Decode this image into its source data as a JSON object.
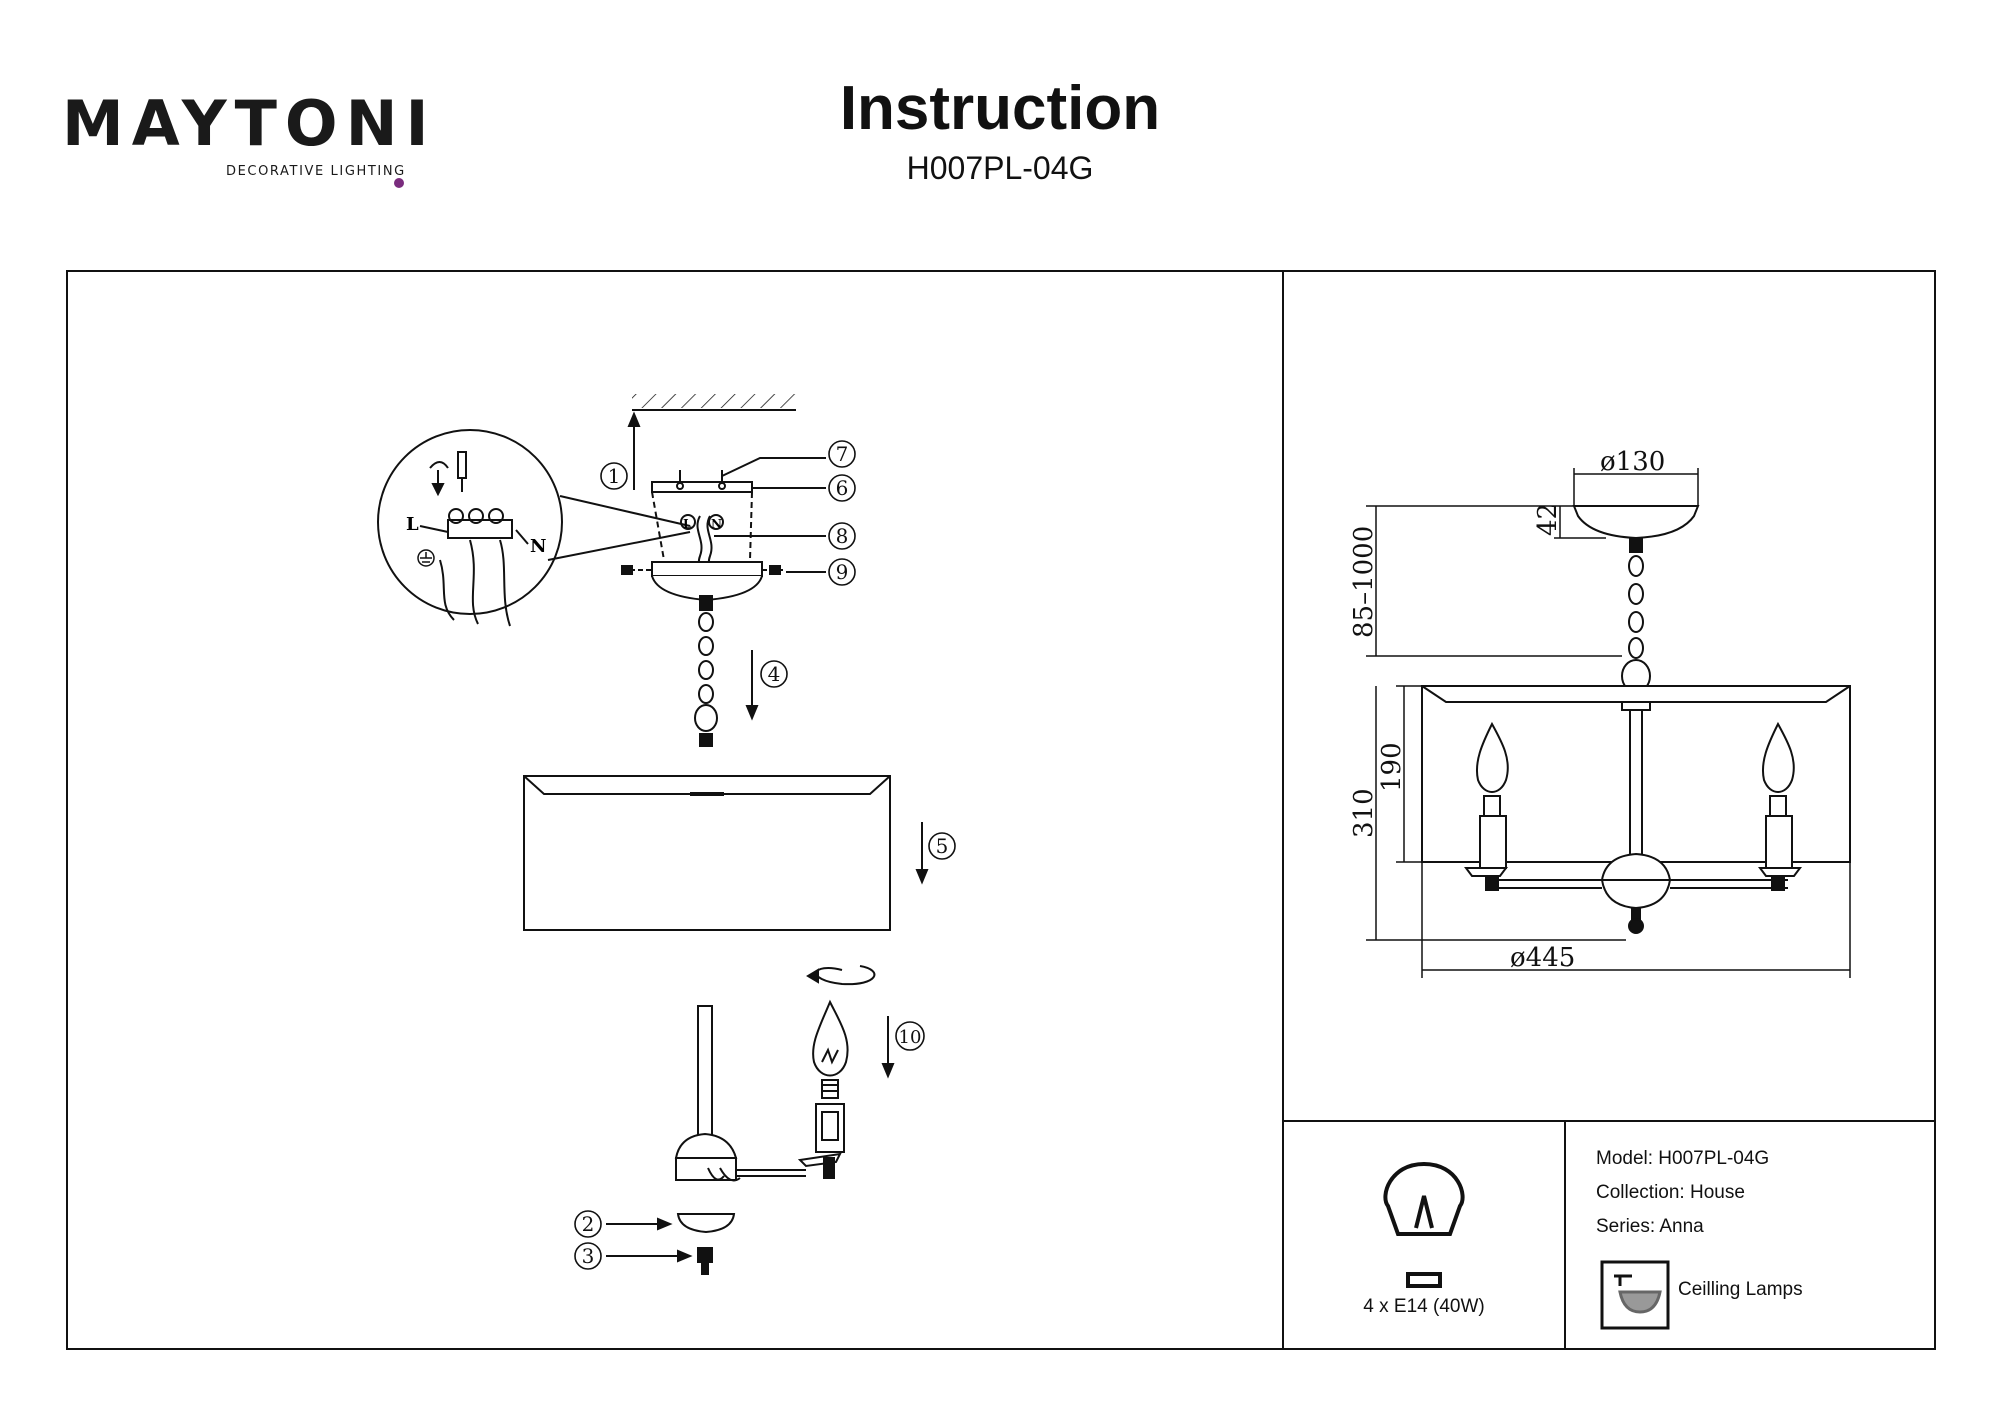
{
  "brand": {
    "name": "MAYTONI",
    "tagline": "DECORATIVE LIGHTING",
    "accent_color": "#7a2c7e"
  },
  "header": {
    "title": "Instruction",
    "model_code": "H007PL-04G"
  },
  "assembly_steps": [
    "1",
    "2",
    "3",
    "4",
    "5",
    "6",
    "7",
    "8",
    "9",
    "10"
  ],
  "wiring": {
    "live": "L",
    "neutral": "N"
  },
  "dimensions": {
    "canopy_diameter": "ø130",
    "canopy_height": "42",
    "chain_length": "85–1000",
    "shade_height": "190",
    "total_height": "310",
    "shade_diameter": "ø445"
  },
  "specs": {
    "bulbs": "4 x E14 (40W)",
    "model": "Model: H007PL-04G",
    "collection": "Collection: House",
    "series": "Series: Anna",
    "type": "Ceilling Lamps"
  },
  "icons": [
    "bulb-icon",
    "ceiling-lamp-icon",
    "screwdriver-icon",
    "ground-icon"
  ]
}
